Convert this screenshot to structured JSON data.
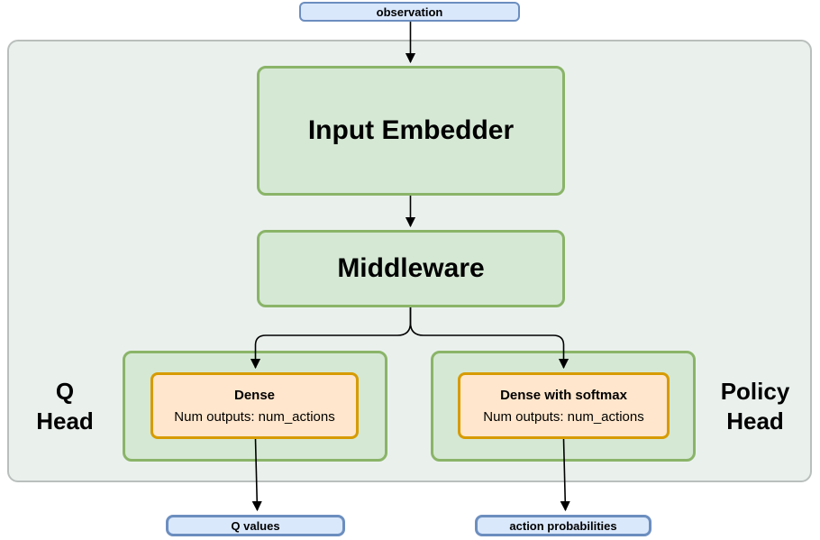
{
  "nodes": {
    "observation": {
      "label": "observation"
    },
    "input_embedder": {
      "label": "Input Embedder"
    },
    "middleware": {
      "label": "Middleware"
    },
    "dense": {
      "title": "Dense",
      "detail": "Num outputs: num_actions"
    },
    "dense_softmax": {
      "title": "Dense with softmax",
      "detail": "Num outputs: num_actions"
    },
    "q_values": {
      "label": "Q values"
    },
    "action_probabilities": {
      "label": "action probabilities"
    }
  },
  "labels": {
    "q_head": {
      "line1": "Q",
      "line2": "Head"
    },
    "policy_head": {
      "line1": "Policy",
      "line2": "Head"
    }
  },
  "colors": {
    "green_fill": "#d5e8d4",
    "green_border": "#8ab468",
    "orange_fill": "#ffe6cc",
    "orange_border": "#d79b00",
    "blue_fill": "#dae8fc",
    "blue_border": "#6c8ebf",
    "container_fill": "#eaf1ed",
    "container_border": "#b9bfbc",
    "arrow": "#000000"
  }
}
